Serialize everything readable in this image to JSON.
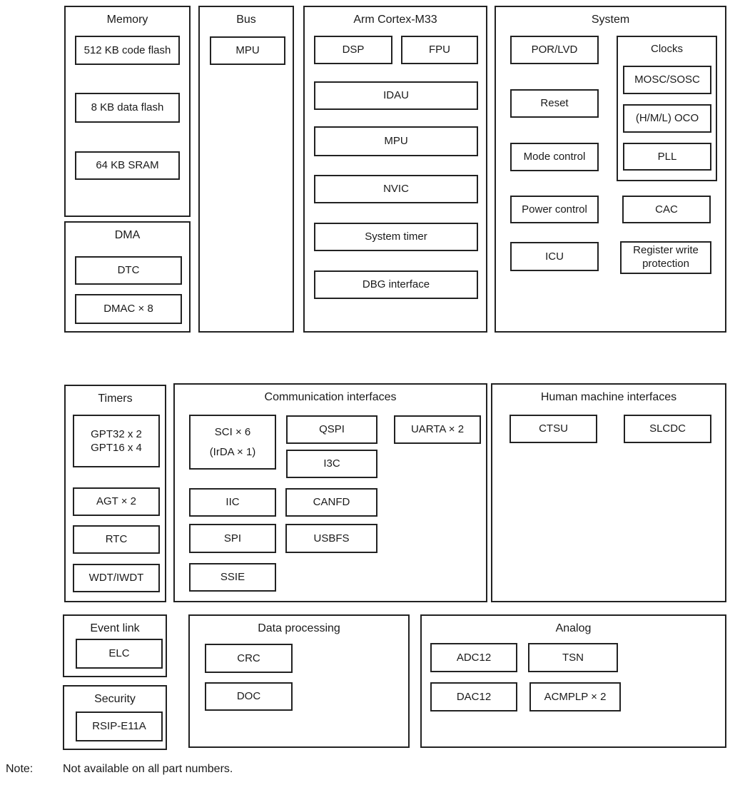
{
  "colors": {
    "border": "#222222",
    "text": "#1a1a1a",
    "background": "#ffffff"
  },
  "groups": {
    "memory": {
      "title": "Memory",
      "code_flash": "512 KB code flash",
      "data_flash": "8 KB data flash",
      "sram": "64 KB SRAM"
    },
    "dma": {
      "title": "DMA",
      "dtc": "DTC",
      "dmac": "DMAC × 8"
    },
    "bus": {
      "title": "Bus",
      "mpu": "MPU"
    },
    "cortex": {
      "title": "Arm Cortex-M33",
      "dsp": "DSP",
      "fpu": "FPU",
      "idau": "IDAU",
      "mpu": "MPU",
      "nvic": "NVIC",
      "system_timer": "System timer",
      "dbg_interface": "DBG interface"
    },
    "system": {
      "title": "System",
      "por_lvd": "POR/LVD",
      "reset": "Reset",
      "mode_control": "Mode control",
      "power_control": "Power control",
      "icu": "ICU",
      "cac": "CAC",
      "register_write_protection": "Register write protection",
      "clocks": {
        "title": "Clocks",
        "mosc_sosc": "MOSC/SOSC",
        "hml_oco": "(H/M/L) OCO",
        "pll": "PLL"
      }
    },
    "timers": {
      "title": "Timers",
      "gpt_line1": "GPT32 x 2",
      "gpt_line2": "GPT16 x 4",
      "agt": "AGT × 2",
      "rtc": "RTC",
      "wdt_iwdt": "WDT/IWDT"
    },
    "comm": {
      "title": "Communication interfaces",
      "sci_line1": "SCI × 6",
      "sci_line2": "(IrDA × 1)",
      "qspi": "QSPI",
      "i3c": "I3C",
      "uarta": "UARTA × 2",
      "iic": "IIC",
      "canfd": "CANFD",
      "spi": "SPI",
      "usbfs": "USBFS",
      "ssie": "SSIE"
    },
    "hmi": {
      "title": "Human machine interfaces",
      "ctsu": "CTSU",
      "slcdc": "SLCDC"
    },
    "event_link": {
      "title": "Event link",
      "elc": "ELC"
    },
    "security": {
      "title": "Security",
      "rsip": "RSIP-E11A"
    },
    "data_processing": {
      "title": "Data processing",
      "crc": "CRC",
      "doc": "DOC"
    },
    "analog": {
      "title": "Analog",
      "adc12": "ADC12",
      "tsn": "TSN",
      "dac12": "DAC12",
      "acmplp": "ACMPLP × 2"
    }
  },
  "note": {
    "label": "Note:",
    "text": "Not available on all part numbers."
  }
}
